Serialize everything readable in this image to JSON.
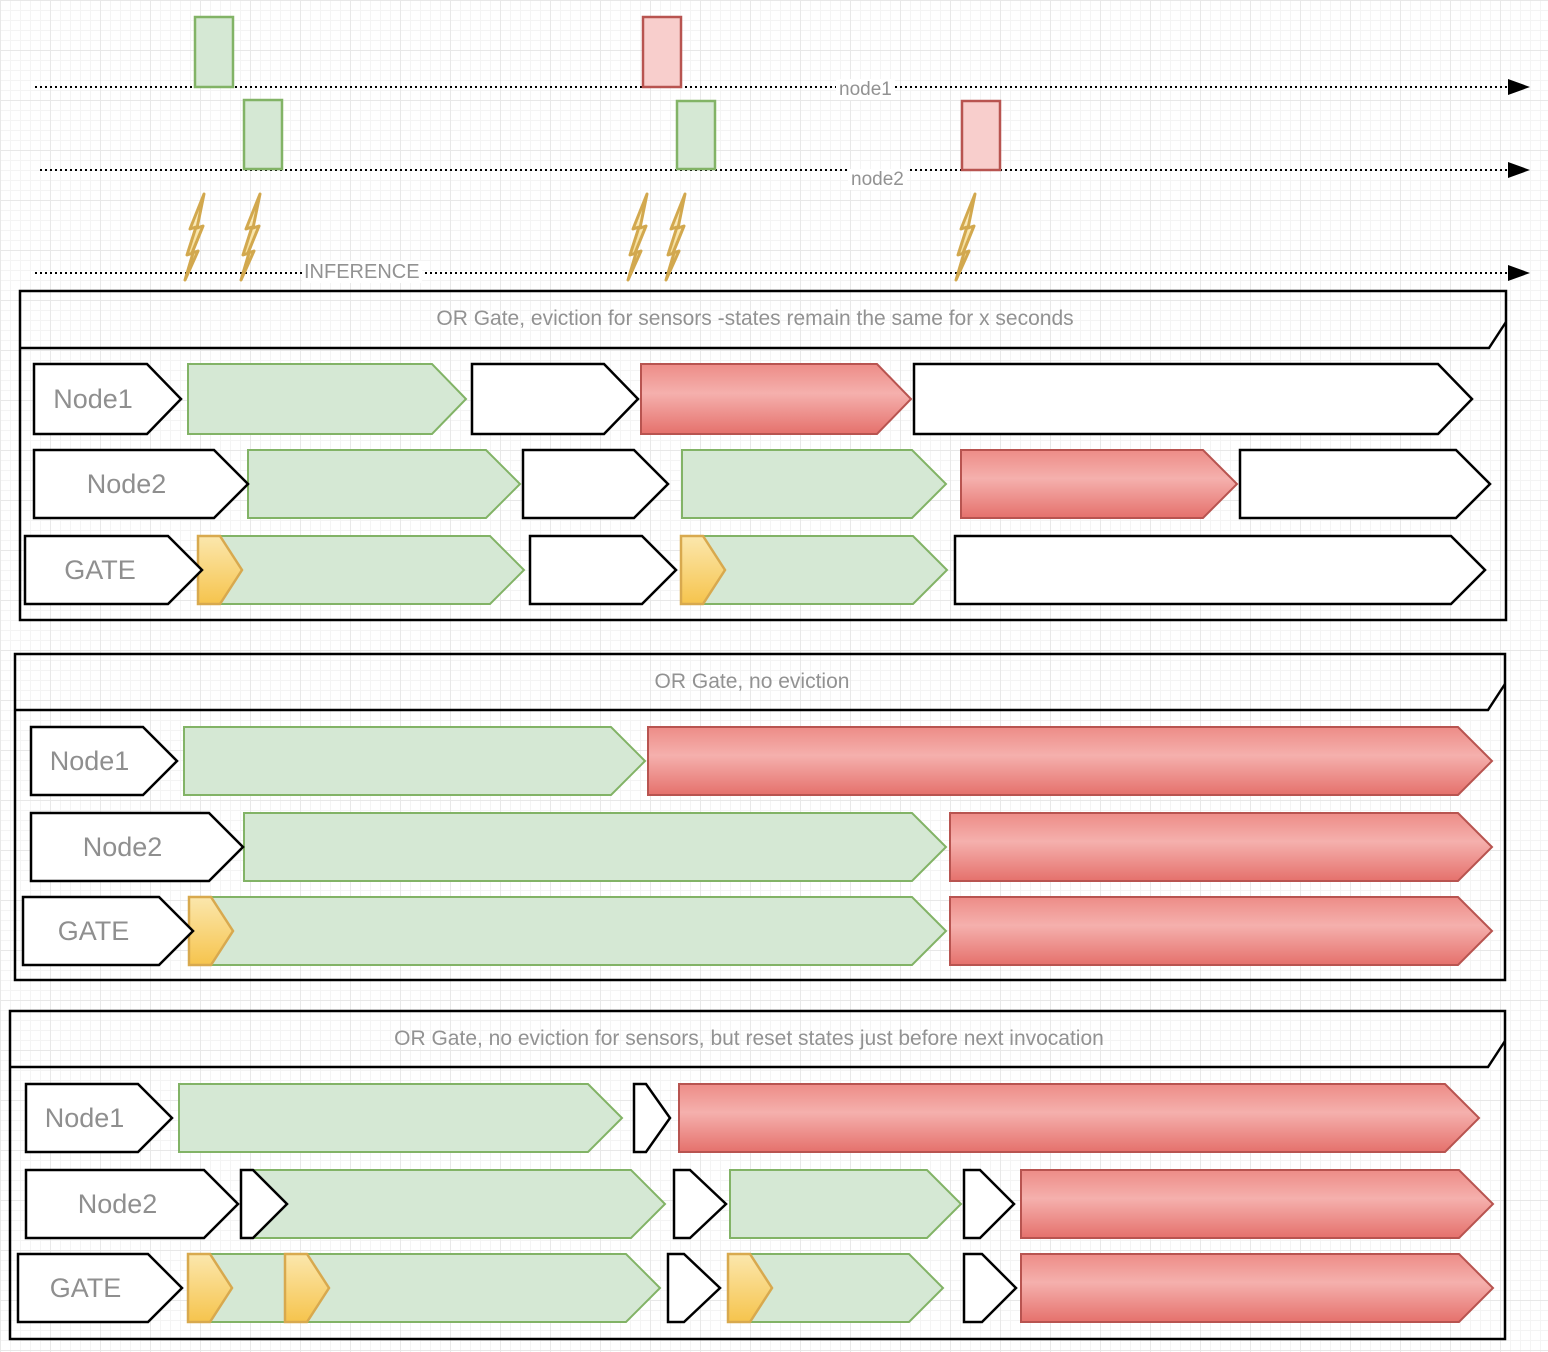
{
  "timelines": {
    "node1_label": "node1",
    "node2_label": "node2",
    "inference_label": "INFERENCE"
  },
  "boxes": [
    {
      "title": "OR Gate, eviction for sensors -states remain the same for x seconds",
      "rows": [
        {
          "label": "Node1"
        },
        {
          "label": "Node2"
        },
        {
          "label": "GATE"
        }
      ]
    },
    {
      "title": "OR Gate, no eviction",
      "rows": [
        {
          "label": "Node1"
        },
        {
          "label": "Node2"
        },
        {
          "label": "GATE"
        }
      ]
    },
    {
      "title": "OR Gate, no eviction for sensors, but reset states just before next invocation",
      "rows": [
        {
          "label": "Node1"
        },
        {
          "label": "Node2"
        },
        {
          "label": "GATE"
        }
      ]
    }
  ],
  "colors": {
    "active_green_fill": "#d5e8d4",
    "active_green_stroke": "#82b366",
    "alert_red_pulse_fill": "#f8cecc",
    "alert_red_stroke": "#b85450",
    "alert_red_gradient_top": "#ed8c87",
    "alert_red_gradient_mid": "#f5b0ad",
    "alert_red_gradient_bottom": "#e5716c",
    "trigger_yellow_top": "#fbe7ad",
    "trigger_yellow_bottom": "#f6c44d",
    "trigger_yellow_stroke": "#d8a94e",
    "label_text": "#929292",
    "shape_outline": "#000000"
  }
}
